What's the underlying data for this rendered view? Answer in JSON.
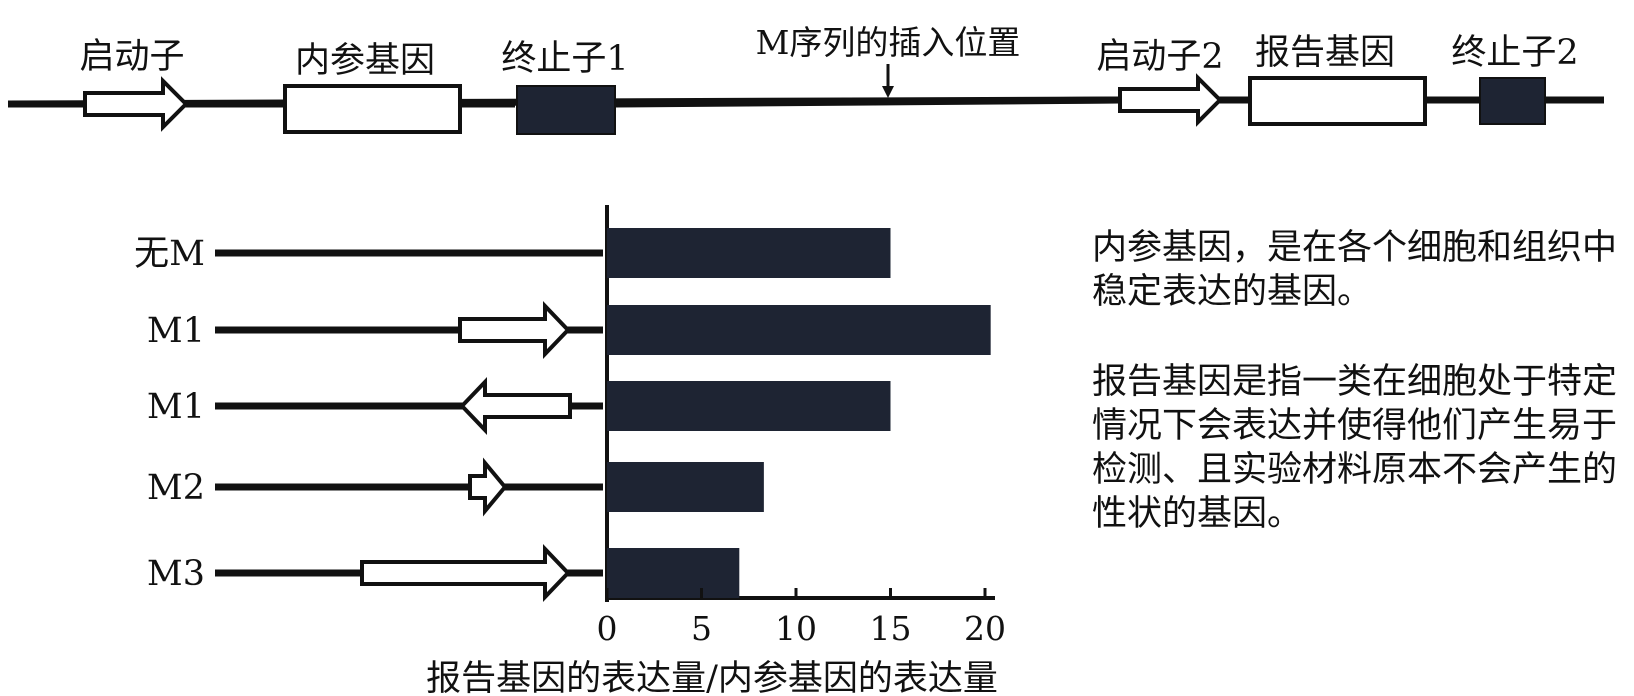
{
  "construct": {
    "labels": {
      "promoter1": "启动子",
      "internal_gene": "内参基因",
      "terminator1": "终止子1",
      "insertion": "M序列的插入位置",
      "promoter2": "启动子2",
      "reporter_gene": "报告基因",
      "terminator2": "终止子2"
    }
  },
  "rows": [
    {
      "label": "无M",
      "arrow": "none"
    },
    {
      "label": "M1",
      "arrow": "right"
    },
    {
      "label": "M1",
      "arrow": "left"
    },
    {
      "label": "M2",
      "arrow": "right-short"
    },
    {
      "label": "M3",
      "arrow": "right-long"
    }
  ],
  "chart_data": {
    "type": "bar",
    "orientation": "horizontal",
    "categories": [
      "无M",
      "M1",
      "M1",
      "M2",
      "M3"
    ],
    "values": [
      15,
      20.3,
      15,
      8.3,
      7
    ],
    "xlim": [
      0,
      20
    ],
    "xticks": [
      "0",
      "5",
      "10",
      "15",
      "20"
    ],
    "xlabel": "报告基因的表达量/内参基因的表达量",
    "bar_color": "#1e2433"
  },
  "notes": {
    "internal_gene_def": "内参基因，是在各个细胞和组织中稳定表达的基因。",
    "reporter_gene_def": "报告基因是指一类在细胞处于特定情况下会表达并使得他们产生易于检测、且实验材料原本不会产生的性状的基因。"
  }
}
